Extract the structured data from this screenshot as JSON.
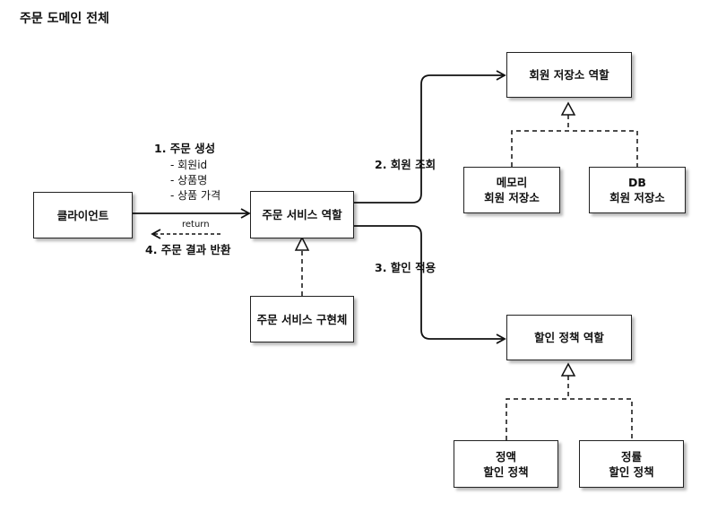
{
  "page_title": "주문 도메인 전체",
  "boxes": {
    "client": "클라이언트",
    "order_service_role": "주문 서비스 역할",
    "order_service_impl": "주문 서비스 구현체",
    "member_repo_role": "회원 저장소 역할",
    "memory_repo": {
      "line1": "메모리",
      "line2": "회원 저장소"
    },
    "db_repo": {
      "line1": "DB",
      "line2": "회원 저장소"
    },
    "discount_policy_role": "할인 정책 역할",
    "fixed_discount": {
      "line1": "정액",
      "line2": "할인 정책"
    },
    "rate_discount": {
      "line1": "정률",
      "line2": "할인 정책"
    }
  },
  "flows": {
    "create_order": "1. 주문 생성",
    "create_order_params": [
      "- 회원id",
      "- 상품명",
      "- 상품 가격"
    ],
    "return_label": "return",
    "return_result": "4. 주문 결과 반환",
    "member_lookup": "2. 회원 조회",
    "apply_discount": "3. 할인 적용"
  }
}
